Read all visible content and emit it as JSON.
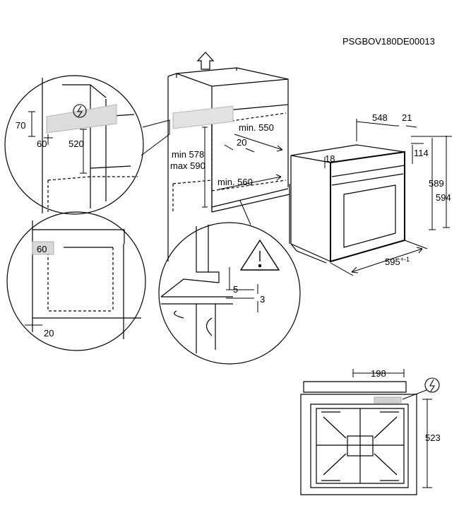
{
  "doc_code": "PSGBOV180DE00013",
  "detail_top": {
    "d70": "70",
    "d60": "60",
    "d520": "520"
  },
  "detail_side": {
    "d60": "60",
    "d20": "20"
  },
  "cabinet": {
    "min_550": "min. 550",
    "d20": "20",
    "min_578": "min 578",
    "max_590": "max 590",
    "min_560": "min. 560"
  },
  "oven": {
    "d548": "548",
    "d21": "21",
    "d18": "18",
    "d114": "114",
    "d589": "589",
    "d594": "594",
    "d595": "595",
    "d595_tol": "+-1"
  },
  "detail_bottom": {
    "d5": "5",
    "d3": "3"
  },
  "back_view": {
    "d198": "198",
    "d523": "523"
  }
}
